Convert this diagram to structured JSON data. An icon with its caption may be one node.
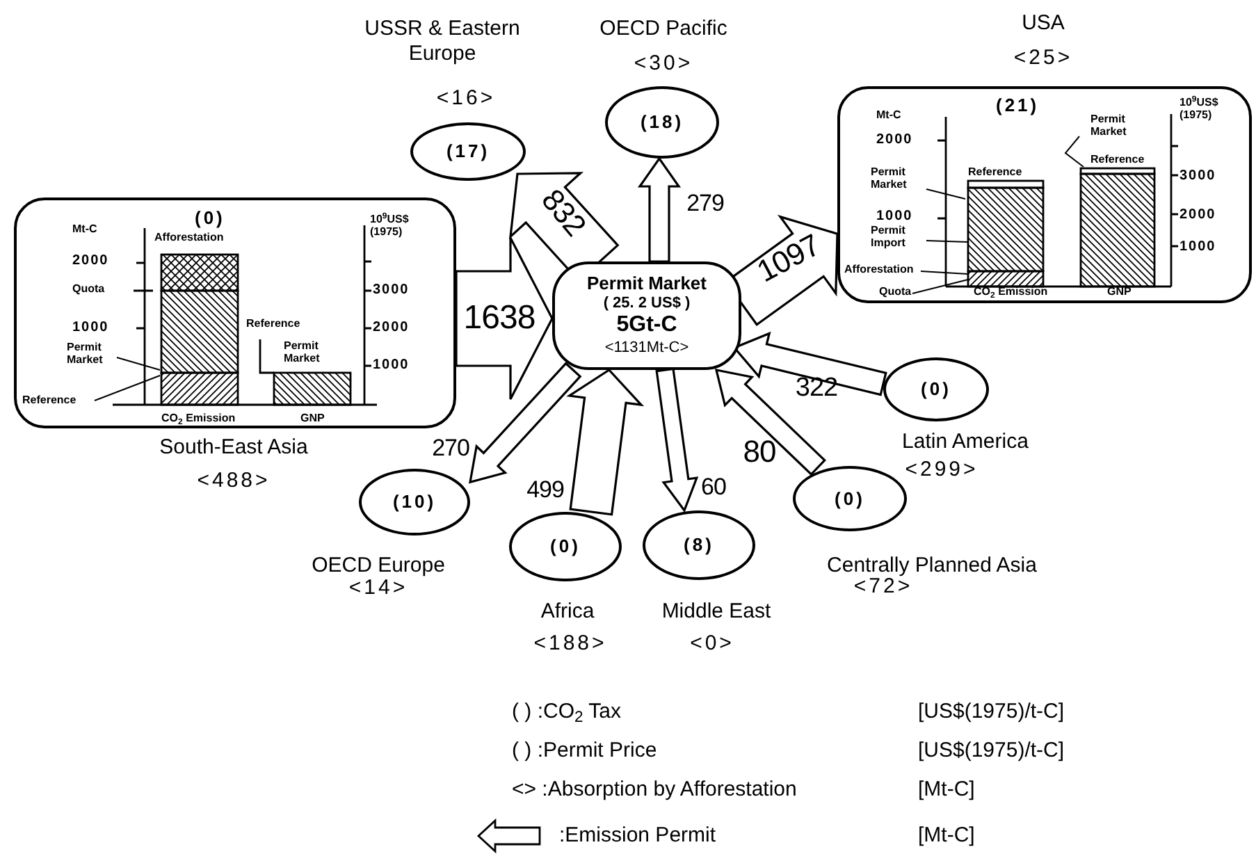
{
  "diagram": {
    "nodes": [
      {
        "text": [
          "Permit Market",
          "( 25. 2 US$ )",
          "5Gt-C",
          "<1131Mt-C>"
        ]
      },
      {
        "text": [
          "(17)"
        ],
        "beside": [
          "USSR & Eastern Europe",
          "<16>"
        ]
      },
      {
        "text": [
          "(18)"
        ],
        "beside": [
          "OECD Pacific",
          "<30>"
        ]
      },
      {
        "text": [
          "Mt-C",
          "(21)",
          "2000",
          "Permit Market",
          "1000",
          "Permit Import",
          "Afforestation",
          "Reference",
          "Quota",
          "CO$_{2}$ Emission",
          "Permit Market",
          "Reference",
          "GNP",
          "10$^{9}$US$ (1975)",
          "3000",
          "2000",
          "1000"
        ],
        "beside": [
          "USA",
          "<25>"
        ]
      },
      {
        "text": [
          "Mt-C",
          "(0)",
          "Afforestation",
          "2000",
          "Quota",
          "1000",
          "Permit Market",
          "Reference",
          "CO$_{2}$ Emission",
          "10$^{9}$US$ (1975)",
          "3000",
          "2000",
          "1000",
          "Reference",
          "Permit Market",
          "GNP"
        ],
        "beside": [
          "South-East Asia",
          "<488>"
        ]
      },
      {
        "text": [
          "(0)"
        ],
        "beside": [
          "Latin America",
          "<299>"
        ]
      },
      {
        "text": [
          "(0)"
        ],
        "beside": [
          "Centrally Planned Asia",
          "<72>"
        ]
      },
      {
        "text": [
          "(8)"
        ],
        "beside": [
          "Middle East",
          "<0>"
        ]
      },
      {
        "text": [
          "(0)"
        ],
        "beside": [
          "Africa",
          "<188>"
        ]
      },
      {
        "text": [
          "(10)"
        ],
        "beside": [
          "OECD Europe",
          "<14>"
        ]
      }
    ],
    "edges": [
      {
        "from": 4,
        "to": 0,
        "arrow": "to",
        "label": "1638"
      },
      {
        "from": 0,
        "to": 1,
        "arrow": "to",
        "label": "832"
      },
      {
        "from": 0,
        "to": 2,
        "arrow": "to",
        "label": "279"
      },
      {
        "from": 0,
        "to": 3,
        "arrow": "to",
        "label": "1097"
      },
      {
        "from": 5,
        "to": 0,
        "arrow": "to",
        "label": "322"
      },
      {
        "from": 6,
        "to": 0,
        "arrow": "to",
        "label": "80"
      },
      {
        "from": 0,
        "to": 7,
        "arrow": "to",
        "label": "60"
      },
      {
        "from": 8,
        "to": 0,
        "arrow": "to",
        "label": "499"
      },
      {
        "from": 0,
        "to": 9,
        "arrow": "to",
        "label": "270"
      }
    ],
    "labels": [
      "[US$(1975)/t-C]",
      "[US$(1975)/t-C]",
      "[Mt-C]",
      "[Mt-C]"
    ],
    "legend": [
      {
        "text": "( ) :CO$_{2}$ Tax"
      },
      {
        "text": "( ) :Permit Price"
      },
      {
        "text": "<> :Absorption by Afforestation"
      },
      {
        "text": ":Emission Permit"
      }
    ]
  }
}
